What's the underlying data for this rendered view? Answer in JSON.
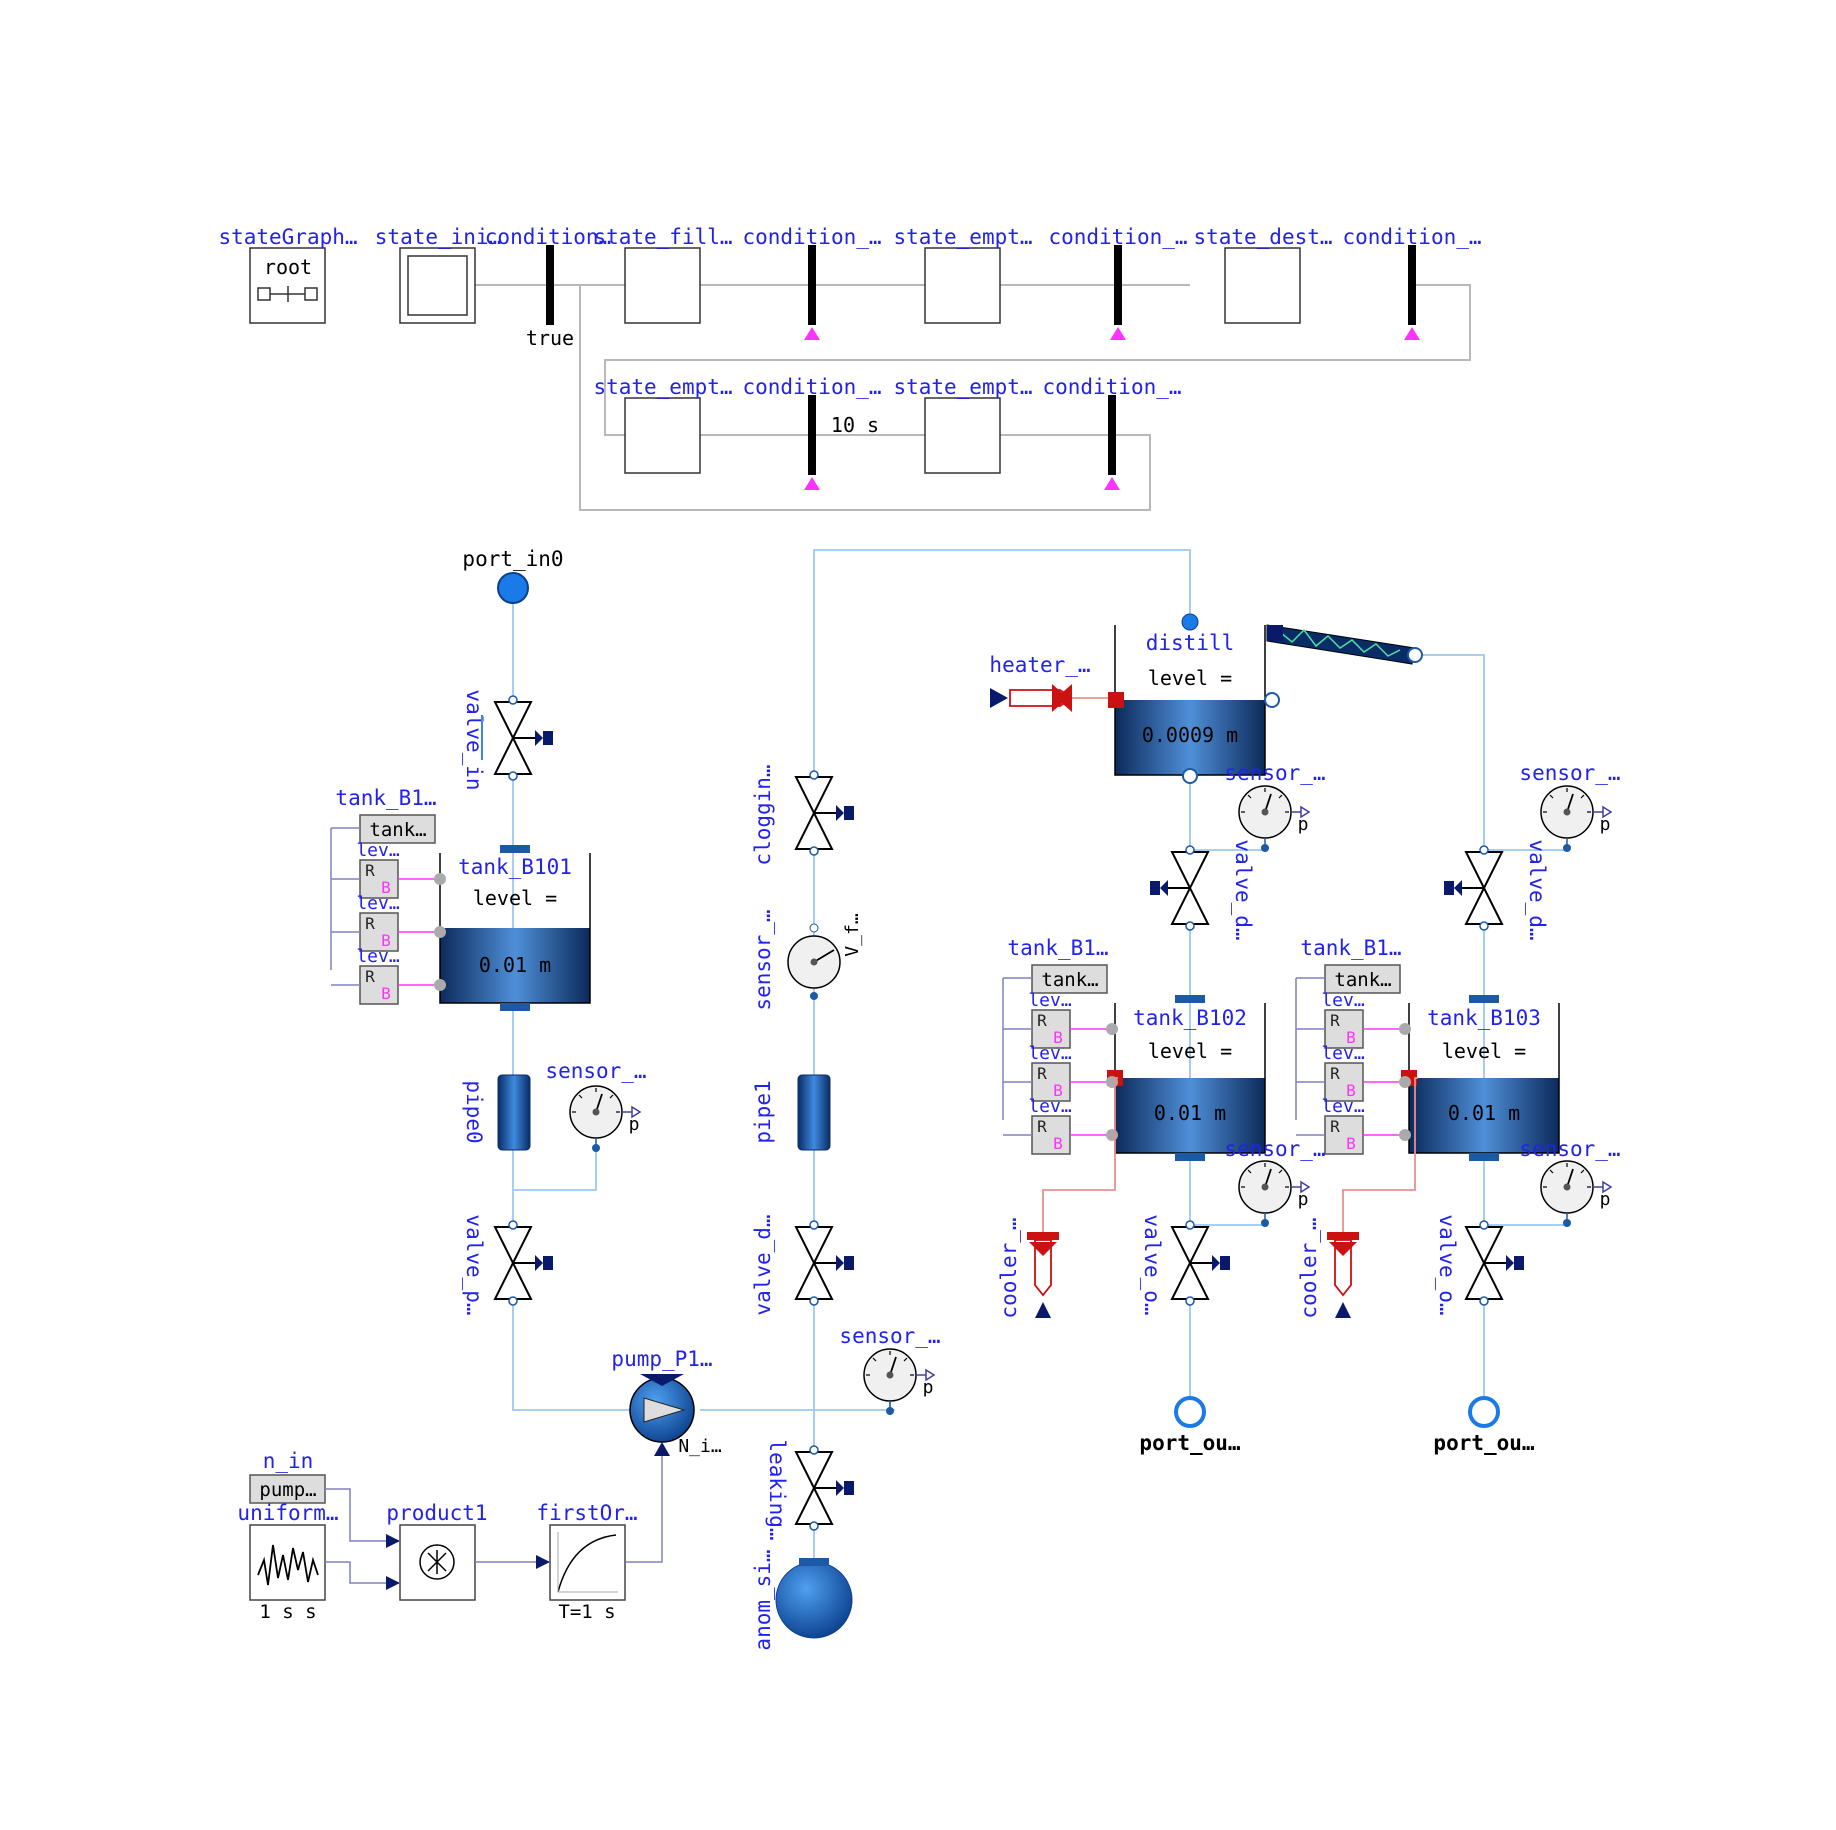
{
  "colors": {
    "label": "#2222ee",
    "wire_fluid": "#9cc8f0",
    "wire_state": "#b8b8b8",
    "wire_thermal": "#e89090",
    "wire_signal": "#8080c0",
    "sensor_wire": "#ff33ff",
    "tank_fill": "#2a5d9c",
    "trigger": "#ff33ff",
    "heat_red": "#cc1111"
  },
  "state_graph": {
    "root_block": {
      "label": "stateGraph…",
      "text": "root"
    },
    "top_row_labels": [
      "state_ini…",
      "condition…",
      "state_fill…",
      "condition_…",
      "state_empt…",
      "condition_…",
      "state_dest…",
      "condition_…"
    ],
    "true_label": "true",
    "bottom_row_labels": [
      "state_empt…",
      "condition_…",
      "state_empt…",
      "condition_…"
    ],
    "delay_label": "10 s"
  },
  "plant": {
    "port_in0": "port_in0",
    "valve_in": "valve_in",
    "tank_B101": {
      "label": "tank_B101",
      "level": "level =",
      "value": "0.01 m"
    },
    "tank_B1_left": "tank_B1…",
    "tank_short": "tank…",
    "lev": "lev…",
    "R": "R",
    "B": "B",
    "pipe0": "pipe0",
    "sensor_short": "sensor_…",
    "sensor_vert": "sensor_…",
    "p": "p",
    "valve_p": "valve_p…",
    "pump": "pump_P1…",
    "n_i": "N_i…",
    "n_in": {
      "label": "n_in",
      "text": "pump…"
    },
    "uniform": {
      "label": "uniform…",
      "param": "1 s s"
    },
    "product1": "product1",
    "firstOrder": {
      "label": "firstOr…",
      "param": "T=1 s"
    },
    "cloggin": "cloggin…",
    "v_f": "V_f…",
    "pipe1": "pipe1",
    "valve_d": "valve_d…",
    "leaking": "leaking…",
    "anom_si": "anom_si…",
    "heater": "heater_…",
    "distill": {
      "label": "distill",
      "level": "level =",
      "value": "0.0009 m"
    },
    "tank_B102": {
      "label": "tank_B102",
      "level": "level =",
      "value": "0.01 m"
    },
    "tank_B103": {
      "label": "tank_B103",
      "level": "level =",
      "value": "0.01 m"
    },
    "cooler": "cooler_…",
    "valve_o": "valve_o…",
    "port_ou": "port_ou…"
  }
}
